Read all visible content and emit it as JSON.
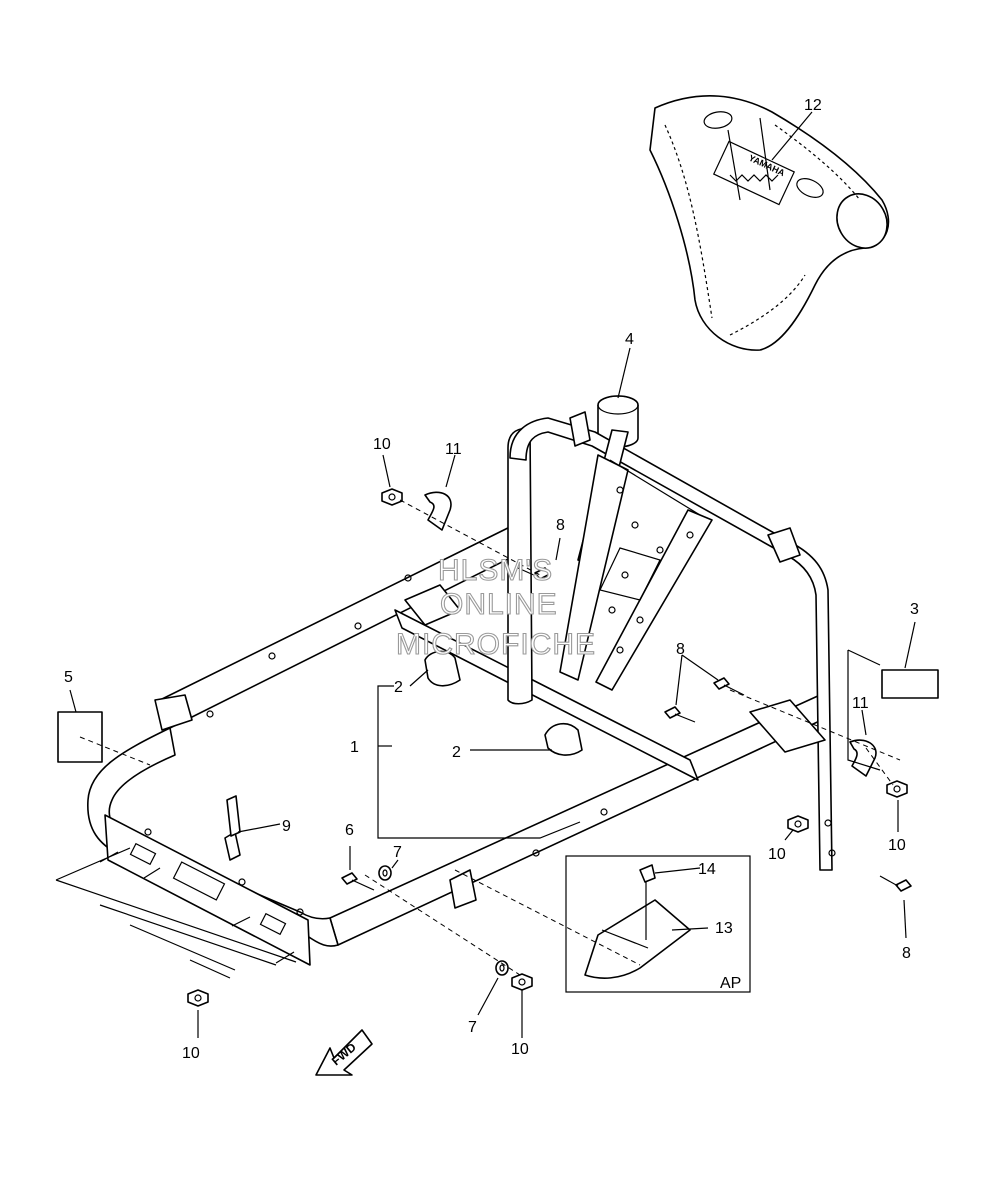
{
  "callouts": {
    "n1": "1",
    "n2a": "2",
    "n2b": "2",
    "n3": "3",
    "n4": "4",
    "n5": "5",
    "n6": "6",
    "n7a": "7",
    "n7b": "7",
    "n8a": "8",
    "n8b": "8",
    "n8c": "8",
    "n9": "9",
    "n10a": "10",
    "n10b": "10",
    "n10c": "10",
    "n10d": "10",
    "n10e": "10",
    "n11a": "11",
    "n11b": "11",
    "n12": "12",
    "n13": "13",
    "n14": "14"
  },
  "inset_label": "AP",
  "direction_label": "FWD",
  "brand_text": "YAMAHA",
  "watermark": {
    "line1": "HLSM'S",
    "line2": "ONLINE",
    "line3": "MICROFICHE"
  }
}
